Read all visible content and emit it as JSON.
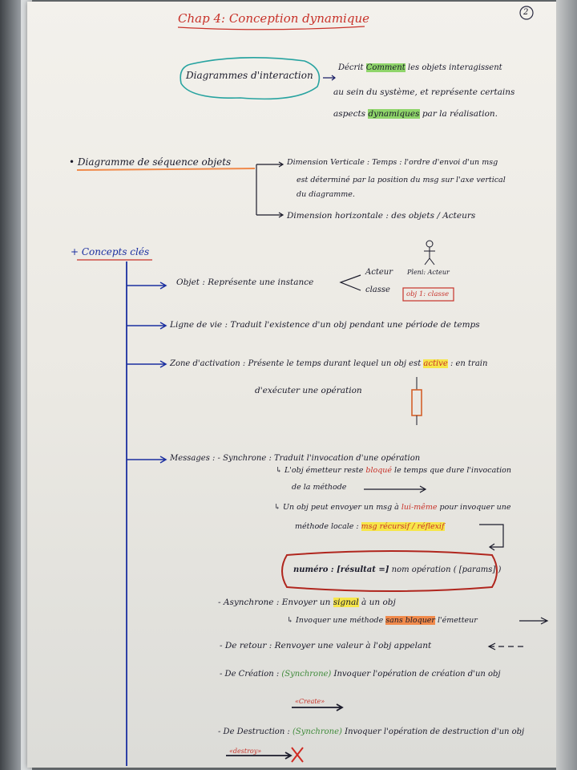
{
  "page_number": "2",
  "title": "Chap 4: Conception dynamique",
  "intro": {
    "bubble": "Diagrammes d'interaction",
    "line1_pre": "Décrit ",
    "line1_hl": "Comment",
    "line1_post": " les objets interagissent",
    "line2": "au sein du système, et représente certains",
    "line3_pre": "aspects ",
    "line3_hl": "dynamiques",
    "line3_post": " par la réalisation."
  },
  "sequence": {
    "label": "Diagramme de séquence objets",
    "vertical_line1": "Dimension Verticale : Temps : l'ordre d'envoi d'un msg",
    "vertical_line2": "est déterminé par la position du msg sur l'axe vertical",
    "vertical_line3": "du diagramme.",
    "horizontal": "Dimension horizontale : des objets / Acteurs"
  },
  "concepts_label": "Concepts clés",
  "objet": {
    "label": "Objet : Représente une instance",
    "acteur": "Acteur",
    "classe": "classe",
    "actor_caption": "Pleni: Acteur",
    "box": "obj 1: classe"
  },
  "ligne_de_vie": "Ligne de vie : Traduit l'existence d'un obj pendant une période de temps",
  "zone": {
    "line1_pre": "Zone d'activation : Présente le temps durant lequel un obj est ",
    "line1_hl": "active",
    "line1_post": " : en train",
    "line2": "d'exécuter une opération"
  },
  "messages": {
    "label": "Messages : - Synchrone : Traduit l'invocation d'une opération",
    "sync1_pre": "L'obj émetteur reste ",
    "sync1_red": "bloqué",
    "sync1_post": " le temps que dure l'invocation",
    "sync2": "de la méthode",
    "sync3_pre": "Un obj peut envoyer un msg à ",
    "sync3_red": "lui-même",
    "sync3_post": " pour invoquer une",
    "sync4_pre": "méthode locale : ",
    "sync4_hl": "msg récursif / réflexif",
    "pill_bold": "numéro : [résultat =]",
    "pill_rest": " nom opération ( [params] )"
  },
  "asynchrone": {
    "line1_pre": "- Asynchrone : Envoyer un ",
    "line1_hl": "signal",
    "line1_post": " à un obj",
    "line2_pre": "Invoquer une méthode ",
    "line2_hl": "sans bloquer",
    "line2_post": " l'émetteur"
  },
  "retour": "- De retour : Renvoyer une valeur à l'obj appelant",
  "creation": {
    "pre": "- De Création : ",
    "green": "(Synchrone)",
    "post": " Invoquer l'opération de création d'un obj",
    "arrow_label": "«Create»"
  },
  "destruction": {
    "pre": "- De Destruction : ",
    "green": "(Synchrone)",
    "post": " Invoquer l'opération de destruction d'un obj",
    "arrow_label": "«destroy»"
  }
}
